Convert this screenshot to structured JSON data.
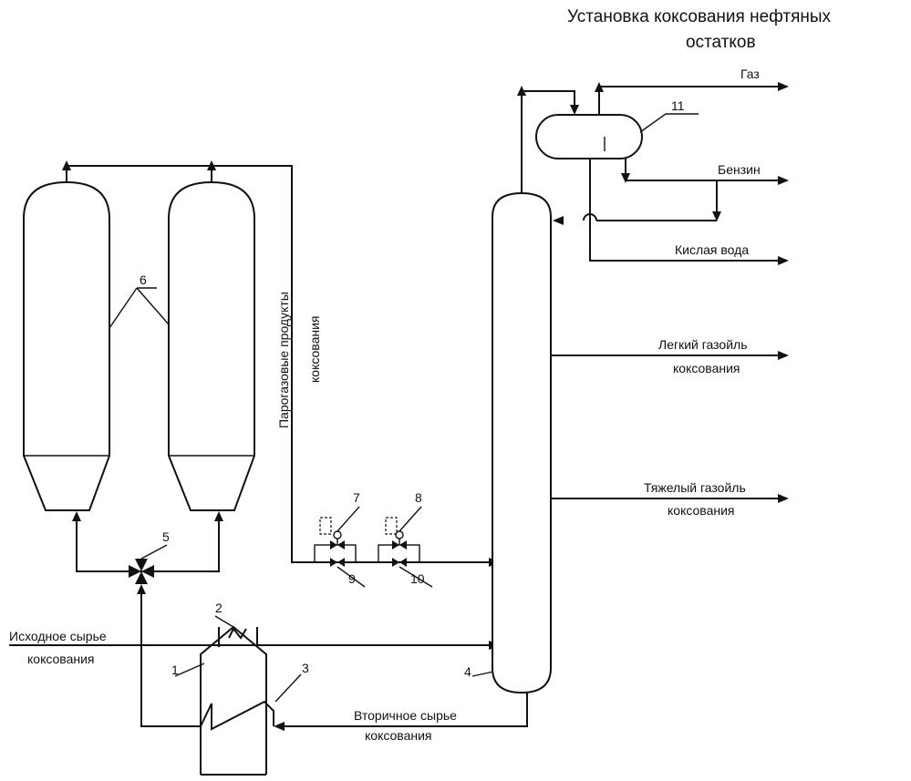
{
  "title": {
    "line1": "Установка  коксования нефтяных",
    "line2": "остатков"
  },
  "streams": {
    "gas": "Газ",
    "gasoline": "Бензин",
    "sour_water": "Кислая вода",
    "light_gasoil_1": "Легкий газойль",
    "light_gasoil_2": "коксования",
    "heavy_gasoil_1": "Тяжелый газойль",
    "heavy_gasoil_2": "коксования",
    "vapor_1": "Парогазовые  продукты",
    "vapor_2": "коксования",
    "feed_1": "Исходное сырье",
    "feed_2": "коксования",
    "secondary_1": "Вторичное сырье",
    "secondary_2": "коксования"
  },
  "numbers": {
    "furnace": "1",
    "coil_top": "2",
    "coil_main": "3",
    "column": "4",
    "valve_3way": "5",
    "drums": "6",
    "valve_7": "7",
    "valve_8": "8",
    "valve_9": "9",
    "valve_10": "10",
    "separator": "11"
  }
}
